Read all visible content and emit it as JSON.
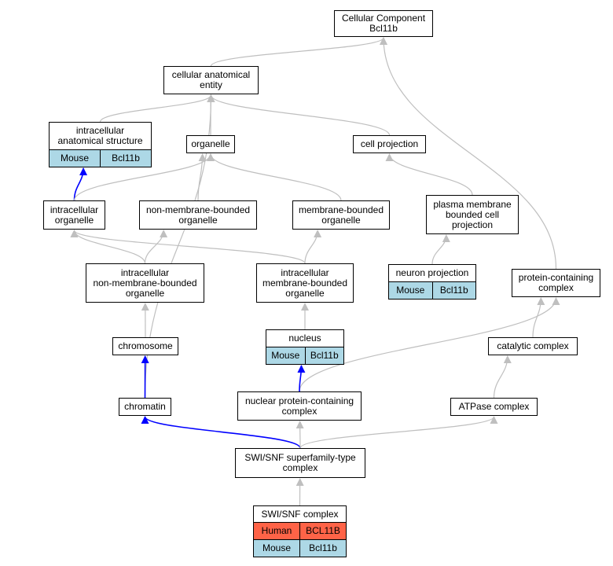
{
  "colors": {
    "edge_gray": "#bfbfbf",
    "edge_blue": "#0000ff",
    "mouse": "#add8e6",
    "human": "#ff6347",
    "node_border": "#000000"
  },
  "nodes": {
    "root": {
      "label": "Cellular Component\nBcl11b"
    },
    "cae": {
      "label": "cellular anatomical\nentity"
    },
    "ias": {
      "label": "intracellular\nanatomical structure",
      "annotations": [
        {
          "species": "Mouse",
          "gene": "Bcl11b"
        }
      ]
    },
    "organelle": {
      "label": "organelle"
    },
    "cellproj": {
      "label": "cell projection"
    },
    "io": {
      "label": "intracellular\norganelle"
    },
    "nmbo": {
      "label": "non-membrane-bounded\norganelle"
    },
    "mbo": {
      "label": "membrane-bounded\norganelle"
    },
    "pmbcp": {
      "label": "plasma membrane\nbounded cell\nprojection"
    },
    "inmbo": {
      "label": "intracellular\nnon-membrane-bounded\norganelle"
    },
    "imbo": {
      "label": "intracellular\nmembrane-bounded\norganelle"
    },
    "neuronproj": {
      "label": "neuron projection",
      "annotations": [
        {
          "species": "Mouse",
          "gene": "Bcl11b"
        }
      ]
    },
    "pcc": {
      "label": "protein-containing\ncomplex"
    },
    "chromosome": {
      "label": "chromosome"
    },
    "nucleus": {
      "label": "nucleus",
      "annotations": [
        {
          "species": "Mouse",
          "gene": "Bcl11b"
        }
      ]
    },
    "catalytic": {
      "label": "catalytic complex"
    },
    "chromatin": {
      "label": "chromatin"
    },
    "npcc": {
      "label": "nuclear protein-containing\ncomplex"
    },
    "atpase": {
      "label": "ATPase complex"
    },
    "swisnf_sf": {
      "label": "SWI/SNF superfamily-type\ncomplex"
    },
    "swisnf": {
      "label": "SWI/SNF complex",
      "annotations": [
        {
          "species": "Human",
          "gene": "BCL11B"
        },
        {
          "species": "Mouse",
          "gene": "Bcl11b"
        }
      ]
    }
  },
  "edges": [
    {
      "from": "cae",
      "to": "root",
      "color": "gray"
    },
    {
      "from": "pcc",
      "to": "root",
      "color": "gray"
    },
    {
      "from": "ias",
      "to": "cae",
      "color": "gray"
    },
    {
      "from": "organelle",
      "to": "cae",
      "color": "gray"
    },
    {
      "from": "cellproj",
      "to": "cae",
      "color": "gray"
    },
    {
      "from": "chromatin",
      "to": "cae",
      "color": "gray"
    },
    {
      "from": "io",
      "to": "ias",
      "color": "blue"
    },
    {
      "from": "io",
      "to": "organelle",
      "color": "gray"
    },
    {
      "from": "nmbo",
      "to": "organelle",
      "color": "gray"
    },
    {
      "from": "mbo",
      "to": "organelle",
      "color": "gray"
    },
    {
      "from": "pmbcp",
      "to": "cellproj",
      "color": "gray"
    },
    {
      "from": "inmbo",
      "to": "io",
      "color": "gray"
    },
    {
      "from": "imbo",
      "to": "io",
      "color": "gray"
    },
    {
      "from": "inmbo",
      "to": "nmbo",
      "color": "gray"
    },
    {
      "from": "imbo",
      "to": "mbo",
      "color": "gray"
    },
    {
      "from": "neuronproj",
      "to": "pmbcp",
      "color": "gray"
    },
    {
      "from": "chromosome",
      "to": "inmbo",
      "color": "gray"
    },
    {
      "from": "nucleus",
      "to": "imbo",
      "color": "gray"
    },
    {
      "from": "catalytic",
      "to": "pcc",
      "color": "gray"
    },
    {
      "from": "npcc",
      "to": "pcc",
      "color": "gray"
    },
    {
      "from": "chromatin",
      "to": "chromosome",
      "color": "blue"
    },
    {
      "from": "npcc",
      "to": "nucleus",
      "color": "blue"
    },
    {
      "from": "atpase",
      "to": "catalytic",
      "color": "gray"
    },
    {
      "from": "swisnf_sf",
      "to": "chromatin",
      "color": "blue"
    },
    {
      "from": "swisnf_sf",
      "to": "npcc",
      "color": "gray"
    },
    {
      "from": "swisnf_sf",
      "to": "atpase",
      "color": "gray"
    },
    {
      "from": "swisnf",
      "to": "swisnf_sf",
      "color": "gray"
    }
  ]
}
